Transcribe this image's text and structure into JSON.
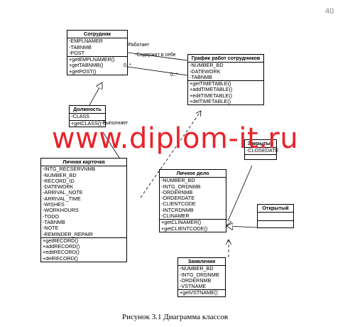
{
  "page_number": "40",
  "watermark": "www.diplom-it.ru",
  "caption": "Рисунок 3.1 Диаграмма классов",
  "classes": {
    "sotrudnik": {
      "name": "Сотрудник",
      "attributes": [
        "-EMPLNAMER",
        "-TABNMB",
        "-POST"
      ],
      "methods": [
        "+getEMPLNAMER()",
        "+getTABNMB()",
        "+getPOST()"
      ]
    },
    "grafik": {
      "name": "График работ сотрудников",
      "attributes": [
        "-NUMBER_BD",
        "-DATEWORK",
        "-TABNMB"
      ],
      "methods": [
        "+getTIMETABLE()",
        "+addTIMETABLE()",
        "+editTIMETABLE()",
        "+delTIMETABLE()"
      ]
    },
    "dolzhnost": {
      "name": "Должность",
      "attributes": [
        "-CLASS"
      ],
      "methods": [
        "+getCLASS()"
      ]
    },
    "kartochka": {
      "name": "Личная карточка",
      "attributes": [
        "-INTG_RECSERVNMB",
        "-NUMBER_BD",
        "-RECORD_ID",
        "-DATEWORK",
        "-ARRIVAL_NOTE",
        "-ARRIVAL_TIME",
        "-WISHES",
        "-WORKHOURS",
        "-TODO",
        "-TABNMB",
        "-NOTE",
        "-REMINDER_REPAIR"
      ],
      "methods": [
        "+getRECORD()",
        "+addRECORD()",
        "+editRECORD()",
        "+delRECORD()"
      ]
    },
    "delo": {
      "name": "Личное дело",
      "attributes": [
        "-NUMBER_BD",
        "-INTG_ORDNMB",
        "-ORDERNMB",
        "-ORDERDATE",
        "-CLIENTCODE",
        "-INTCRDNMB",
        "-CLINAMER"
      ],
      "methods": [
        "+getCLINAMER()",
        "+getCLIENTCODE()"
      ]
    },
    "zakryty": {
      "name": "Закрытый",
      "attributes": [
        "-CLOSEDATE"
      ],
      "methods": []
    },
    "otkryty": {
      "name": "Открытый",
      "attributes": [],
      "methods": []
    },
    "zayavleniya": {
      "name": "Заявления",
      "attributes": [
        "-NUMBER_BD",
        "-INTG_ORDNMB",
        "-ORDERNMB",
        "-VSTNAME"
      ],
      "methods": [
        "+getVSTNAME()"
      ]
    }
  },
  "relations": {
    "rabotaet": "-Работает",
    "soderzhit": "-Содержит в себе",
    "vypolnyaet": "-Выполняет",
    "mult_left": "0..*",
    "mult_right": "0..*"
  }
}
